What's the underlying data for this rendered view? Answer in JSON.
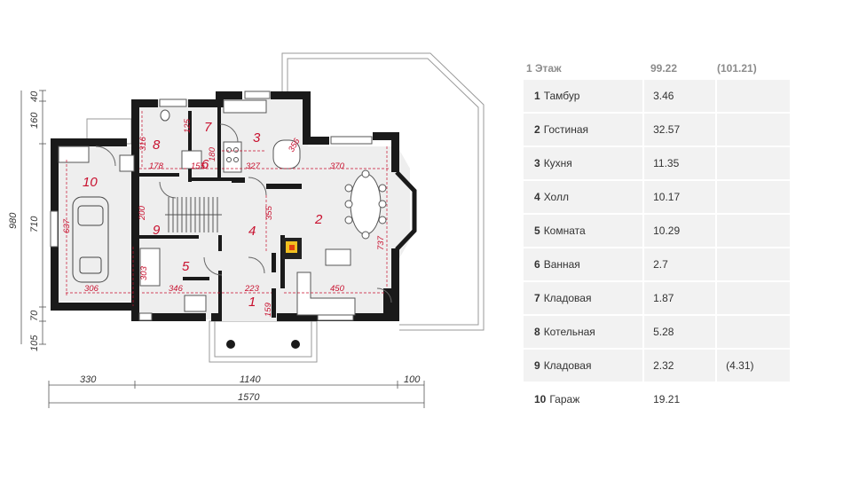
{
  "floor_plan": {
    "outer_dims": {
      "left": [
        "40",
        "160",
        "710",
        "70",
        "105"
      ],
      "total_height": "980",
      "bottom_segments": [
        "330",
        "1140",
        "100"
      ],
      "total_width": "1570"
    },
    "room_numbers": [
      "1",
      "2",
      "3",
      "4",
      "5",
      "6",
      "7",
      "8",
      "9",
      "10"
    ],
    "inner_dims": {
      "d_316": "316",
      "d_125": "125",
      "d_178": "178",
      "d_155": "155",
      "d_180": "180",
      "d_327": "327",
      "d_356": "356",
      "d_370": "370",
      "d_637": "637",
      "d_200": "200",
      "d_355": "355",
      "d_737": "737",
      "d_303": "303",
      "d_346": "346",
      "d_223": "223",
      "d_450": "450",
      "d_306": "306",
      "d_159": "159"
    }
  },
  "rooms_table": {
    "header": {
      "label": "1 Этаж",
      "area": "99.22",
      "alt": "(101.21)"
    },
    "rows": [
      {
        "num": "1",
        "name": "Тамбур",
        "area": "3.46",
        "alt": ""
      },
      {
        "num": "2",
        "name": "Гостиная",
        "area": "32.57",
        "alt": ""
      },
      {
        "num": "3",
        "name": "Кухня",
        "area": "11.35",
        "alt": ""
      },
      {
        "num": "4",
        "name": "Холл",
        "area": "10.17",
        "alt": ""
      },
      {
        "num": "5",
        "name": "Комната",
        "area": "10.29",
        "alt": ""
      },
      {
        "num": "6",
        "name": "Ванная",
        "area": "2.7",
        "alt": ""
      },
      {
        "num": "7",
        "name": "Кладовая",
        "area": "1.87",
        "alt": ""
      },
      {
        "num": "8",
        "name": "Котельная",
        "area": "5.28",
        "alt": ""
      },
      {
        "num": "9",
        "name": "Кладовая",
        "area": "2.32",
        "alt": "(4.31)"
      },
      {
        "num": "10",
        "name": "Гараж",
        "area": "19.21",
        "alt": ""
      }
    ]
  }
}
